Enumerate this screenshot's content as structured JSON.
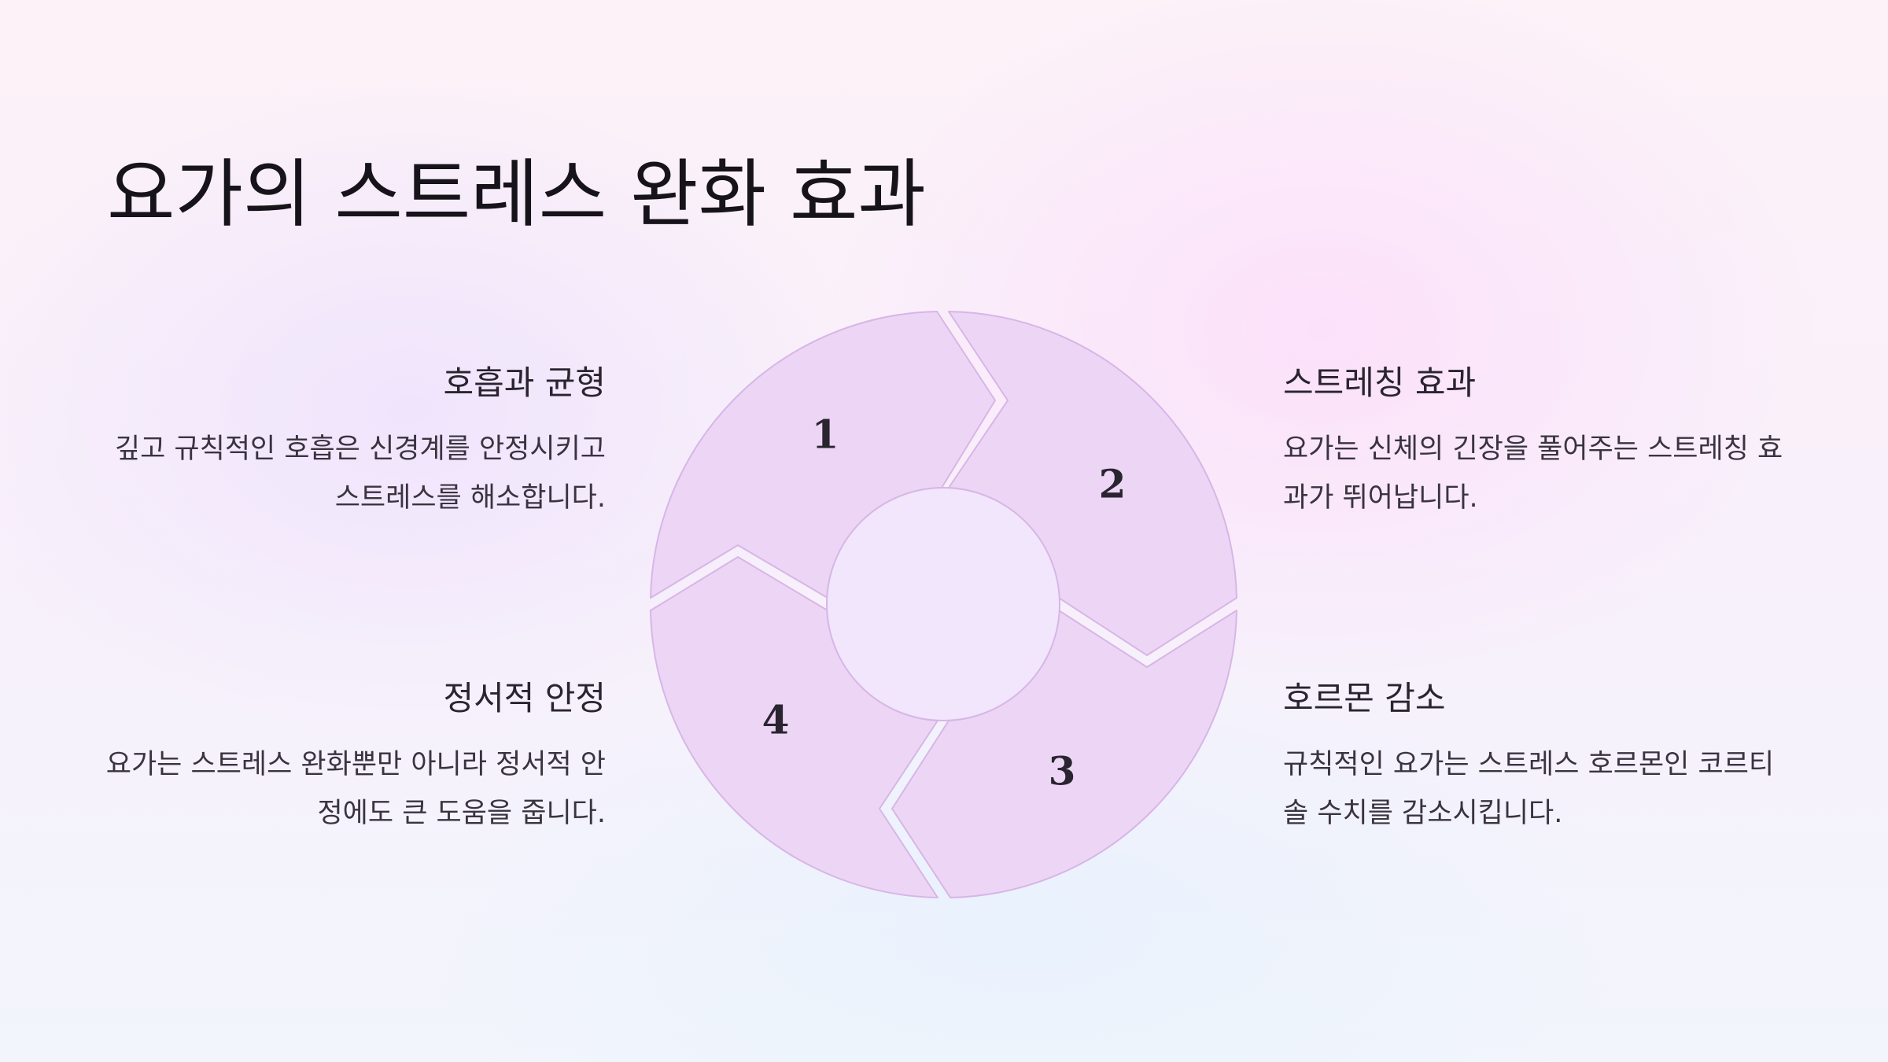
{
  "title": "요가의 스트레스 완화 효과",
  "colors": {
    "segment_fill": "#edd5f6",
    "segment_stroke": "#d7b6e6",
    "center_fill": "#f1e6fb"
  },
  "cycle": {
    "numbers": [
      "1",
      "2",
      "3",
      "4"
    ]
  },
  "items": [
    {
      "number": "1",
      "title": "호흡과 균형",
      "description": "깊고 규칙적인 호흡은 신경계를 안정시키고 스트레스를 해소합니다."
    },
    {
      "number": "2",
      "title": "스트레칭 효과",
      "description": "요가는 신체의 긴장을 풀어주는 스트레칭 효과가 뛰어납니다."
    },
    {
      "number": "3",
      "title": "호르몬 감소",
      "description": "규칙적인 요가는 스트레스 호르몬인 코르티솔 수치를 감소시킵니다."
    },
    {
      "number": "4",
      "title": "정서적 안정",
      "description": "요가는 스트레스 완화뿐만 아니라 정서적 안정에도 큰 도움을 줍니다."
    }
  ]
}
